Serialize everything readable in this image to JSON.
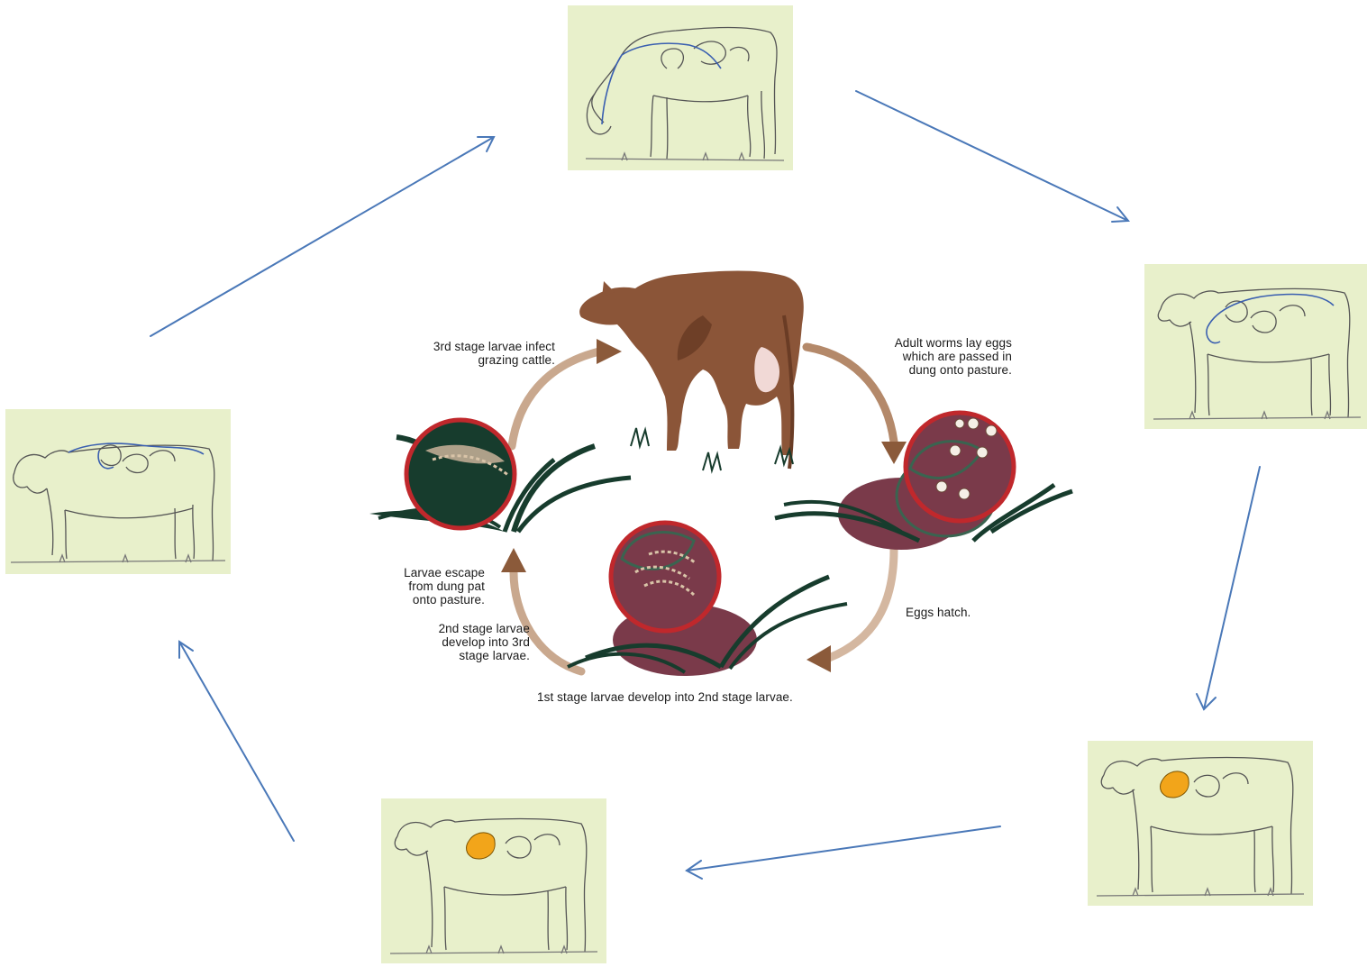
{
  "captions": {
    "infect": "3rd stage larvae infect\ngrazing cattle.",
    "adult_worms": "Adult worms lay eggs\nwhich are passed in\ndung onto pasture.",
    "eggs_hatch": "Eggs hatch.",
    "larvae_escape": "Larvae escape\nfrom dung pat\nonto pasture.",
    "second_stage": "2nd stage larvae\ndevelop into 3rd\nstage larvae.",
    "first_stage": "1st stage larvae develop into 2nd stage larvae."
  },
  "colors": {
    "panel_background": "#e8f0cb",
    "cycle_arrow": "#4a78b8",
    "cow_brown": "#8b5538",
    "dung": "#7a3a4a",
    "grass": "#173c2d",
    "highlight_ring": "#c0282c",
    "abomasum_highlight": "#f2a51a",
    "larva_path": "#3a5fb0"
  },
  "icons": {
    "panels": "cow-outline-icon",
    "cycle_arrows": "arrow-icon"
  }
}
